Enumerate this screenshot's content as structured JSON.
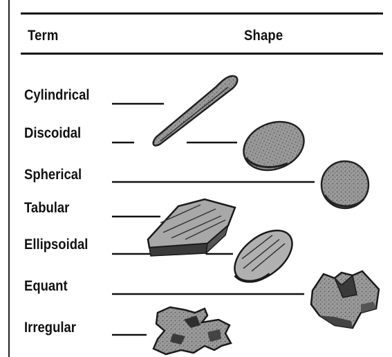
{
  "table": {
    "headers": {
      "term": "Term",
      "shape": "Shape"
    },
    "rows": [
      {
        "term": "Cylindrical",
        "shape_icon": "cylindrical-shape-icon"
      },
      {
        "term": "Discoidal",
        "shape_icon": "discoidal-shape-icon"
      },
      {
        "term": "Spherical",
        "shape_icon": "spherical-shape-icon"
      },
      {
        "term": "Tabular",
        "shape_icon": "tabular-shape-icon"
      },
      {
        "term": "Ellipsoidal",
        "shape_icon": "ellipsoidal-shape-icon"
      },
      {
        "term": "Equant",
        "shape_icon": "equant-shape-icon"
      },
      {
        "term": "Irregular",
        "shape_icon": "irregular-shape-icon"
      }
    ]
  },
  "colors": {
    "line": "#111111",
    "stone_fill": "#8e8e8e",
    "stone_dark": "#2a2a2a",
    "background": "#ffffff"
  }
}
